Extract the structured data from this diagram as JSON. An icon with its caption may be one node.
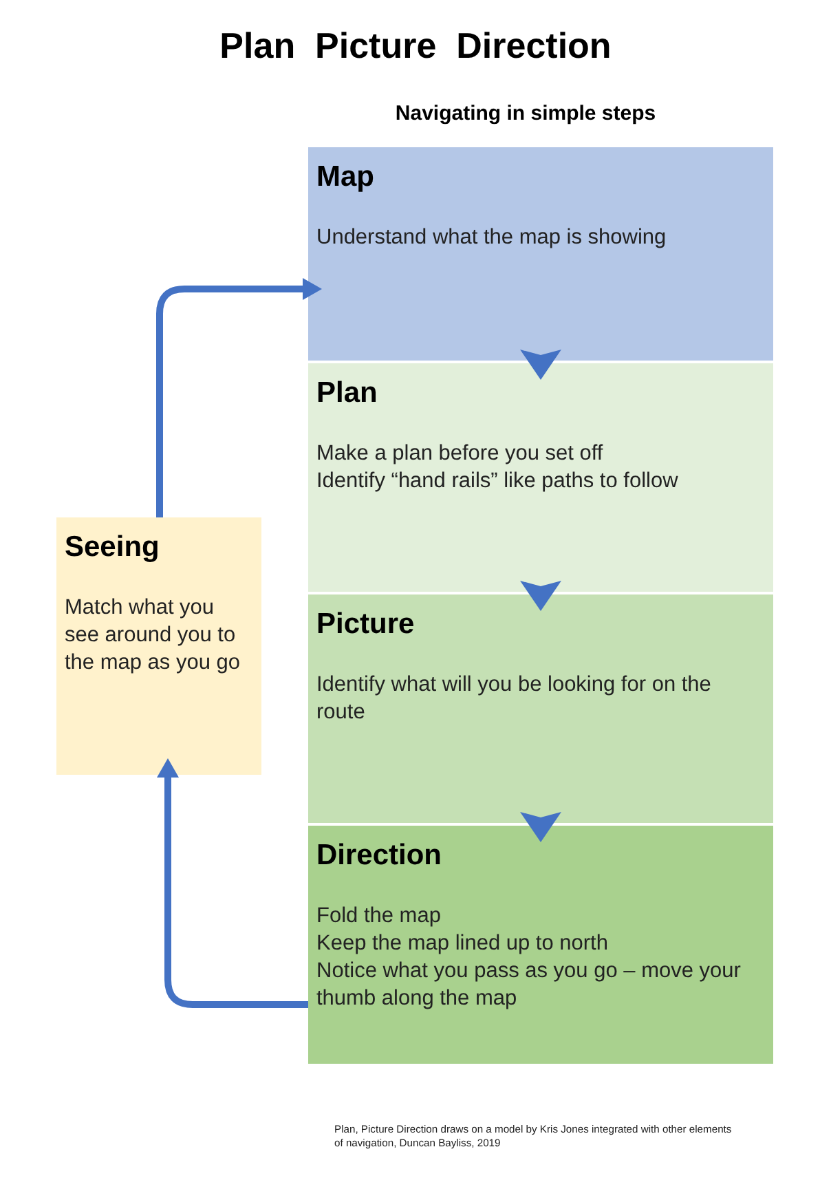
{
  "diagram": {
    "title": "Plan  Picture  Direction",
    "caption": "Plan, Picture Direction draws on a model by Kris Jones integrated with other elements of navigation, Duncan Bayliss, 2019",
    "nodes": [
      {
        "text": [
          "Map",
          "Understand what the map is showing"
        ]
      },
      {
        "text": [
          "Plan",
          "Make a plan before you set off",
          "Identify “hand rails” like paths to follow"
        ]
      },
      {
        "text": [
          "Picture",
          "Identify what will you be looking for on the route"
        ]
      },
      {
        "text": [
          "Direction",
          "Fold the map",
          "Keep the map lined up to north",
          "Notice what you pass as you go – move your thumb along the map"
        ]
      },
      {
        "text": [
          "Seeing",
          "Match what you see around you to the map as you go"
        ]
      }
    ],
    "edges": [
      {
        "from": 0,
        "to": 1,
        "arrow": "to"
      },
      {
        "from": 1,
        "to": 2,
        "arrow": "to"
      },
      {
        "from": 2,
        "to": 3,
        "arrow": "to"
      },
      {
        "from": 3,
        "to": 4,
        "arrow": "to",
        "style": "thick"
      },
      {
        "from": 4,
        "to": 0,
        "arrow": "to",
        "style": "thick"
      }
    ],
    "labels": [
      "Navigating in simple steps"
    ]
  }
}
